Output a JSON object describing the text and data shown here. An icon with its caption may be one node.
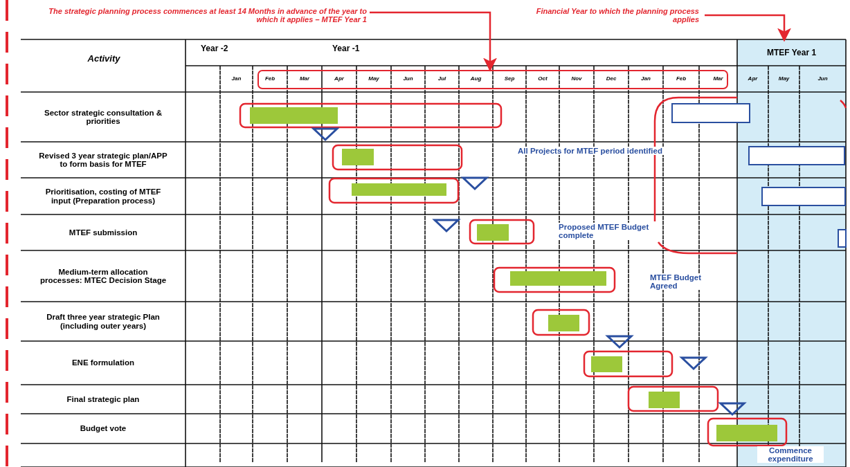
{
  "diagram": {
    "nodes": [
      {
        "text": [
          "The strategic planning process commences at least 14 Months in advance of the year to which it applies – MTEF Year 1"
        ]
      },
      {
        "text": [
          "Financial Year to which the planning process applies"
        ]
      },
      {
        "text": [],
        "shape": "box"
      },
      {
        "text": [
          "MTEF Year 1"
        ]
      }
    ],
    "edges": [
      {
        "from": 0,
        "to": 2,
        "arrow": "to"
      },
      {
        "from": 1,
        "to": 3,
        "arrow": "to"
      }
    ],
    "labels": [
      "Activity",
      "Year -2",
      "Year -1",
      "Jan",
      "Feb",
      "Mar",
      "Apr",
      "May",
      "Jun",
      "Jul",
      "Aug",
      "Sep",
      "Oct",
      "Nov",
      "Dec",
      "Jan",
      "Feb",
      "Mar",
      "Apr",
      "May",
      "Jun",
      "Sector strategic consultation & priorities",
      "Revised 3 year strategic plan/APP to form basis for MTEF",
      "All Projects for MTEF period identified",
      "Prioritisation, costing of MTEF input (Preparation process)",
      "MTEF submission",
      "Proposed MTEF Budget complete",
      "Medium-term allocation processes: MTEC Decision Stage",
      "MTEF Budget Agreed",
      "Draft three year strategic Plan (including outer years)",
      "ENE formulation",
      "Final strategic plan",
      "Budget vote",
      "Commence expenditure"
    ]
  }
}
